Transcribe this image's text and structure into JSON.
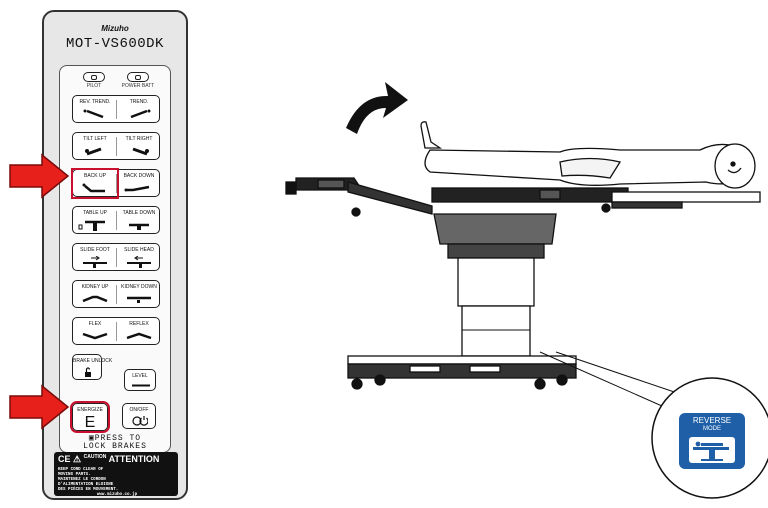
{
  "pendant": {
    "brand": "Mizuho",
    "model": "MOT-VS600DK",
    "indicators": {
      "pilot": "PILOT",
      "power_batt": "POWER BATT"
    },
    "buttons": [
      {
        "left": "REV. TREND.",
        "right": "TREND."
      },
      {
        "left": "TILT LEFT",
        "right": "TILT RIGHT"
      },
      {
        "left": "BACK UP",
        "right": "BACK DOWN"
      },
      {
        "left": "TABLE UP",
        "right": "TABLE DOWN"
      },
      {
        "left": "SLIDE FOOT",
        "right": "SLIDE HEAD"
      },
      {
        "left": "KIDNEY UP",
        "right": "KIDNEY DOWN"
      },
      {
        "left": "FLEX",
        "right": "REFLEX"
      }
    ],
    "brake_unlock": "BRAKE UNLOCK",
    "level": "LEVEL",
    "energize": "ENERGIZE",
    "energize_letter": "E",
    "on_off": "ON/OFF",
    "press_line1": "PRESS TO",
    "press_line2": "LOCK BRAKES",
    "caution": {
      "marks": "CE",
      "title_small": "CAUTION",
      "title": "ATTENTION",
      "lines": [
        "KEEP CORD CLEAR OF",
        "MOVING PARTS.",
        "MAINTENEZ LE CORDON",
        "D'ALIMENTATION ELOIGNE",
        "DES PIÈCES EN MOUVEMENT."
      ],
      "url": "www.mizuho.co.jp"
    }
  },
  "badge": {
    "line1": "REVERSE",
    "line2": "MODE"
  },
  "colors": {
    "highlight": "#c8102e",
    "arrow": "#e8201c",
    "badge": "#1f5fa8"
  }
}
